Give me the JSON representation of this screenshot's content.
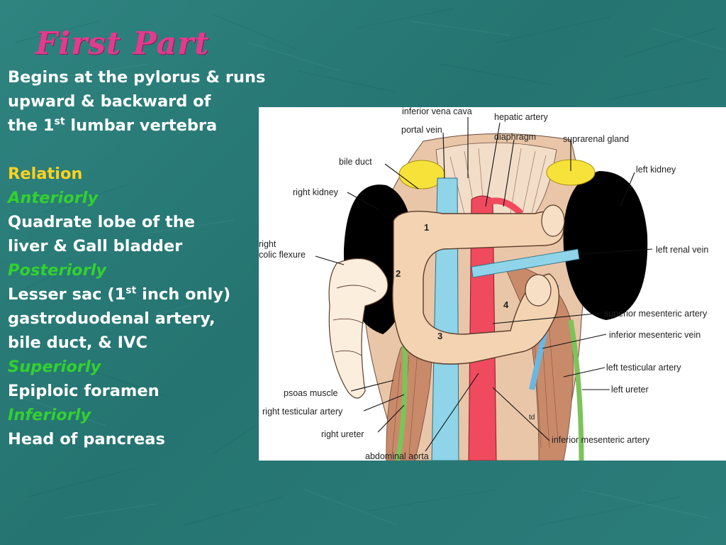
{
  "slide": {
    "title": "First Part",
    "intro": {
      "line1": "Begins at the pylorus & runs",
      "line2": "upward & backward of",
      "line3_pre": "the 1",
      "line3_sup": "st",
      "line3_post": " lumbar vertebra"
    },
    "relation_heading": "Relation",
    "anteriorly": {
      "heading": "Anteriorly",
      "line1": "Quadrate lobe of the",
      "line2": "liver & Gall bladder"
    },
    "posteriorly": {
      "heading": "Posteriorly",
      "line1_pre": "Lesser sac (1",
      "line1_sup": "st",
      "line1_post": " inch only)",
      "line2": "gastroduodenal artery,",
      "line3": "bile duct, & IVC"
    },
    "superiorly": {
      "heading": "Superiorly",
      "line1": "Epiploic foramen"
    },
    "inferiorly": {
      "heading": "Inferiorly",
      "line1": "Head of pancreas"
    }
  },
  "figure": {
    "labels": {
      "inferior_vena_cava": "inferior vena cava",
      "hepatic_artery": "hepatic artery",
      "portal_vein": "portal vein",
      "diaphragm": "diaphragm",
      "suprarenal_gland": "suprarenal gland",
      "bile_duct": "bile duct",
      "left_kidney": "left kidney",
      "right_kidney": "right kidney",
      "right_colic_flexure_1": "right",
      "right_colic_flexure_2": "colic flexure",
      "left_renal_vein": "left renal vein",
      "superior_mesenteric_artery": "superior mesenteric artery",
      "inferior_mesenteric_vein": "inferior mesenteric vein",
      "left_testicular_artery": "left testicular artery",
      "left_ureter": "left ureter",
      "psoas_muscle": "psoas muscle",
      "right_testicular_artery": "right testicular artery",
      "right_ureter": "right ureter",
      "inferior_mesenteric_artery": "inferior mesenteric artery",
      "abdominal_aorta": "abdominal aorta",
      "mark_td": "td"
    },
    "part_numbers": [
      "1",
      "2",
      "3",
      "4"
    ],
    "colors": {
      "duodenum": "#f3d3b1",
      "kidney": "#000000",
      "suprarenal": "#f7e23a",
      "aorta": "#ef4a5e",
      "vein": "#8fd4e8",
      "ureter": "#7cc35a",
      "muscle": "#c98a6a",
      "colon": "#fbeedd"
    }
  }
}
